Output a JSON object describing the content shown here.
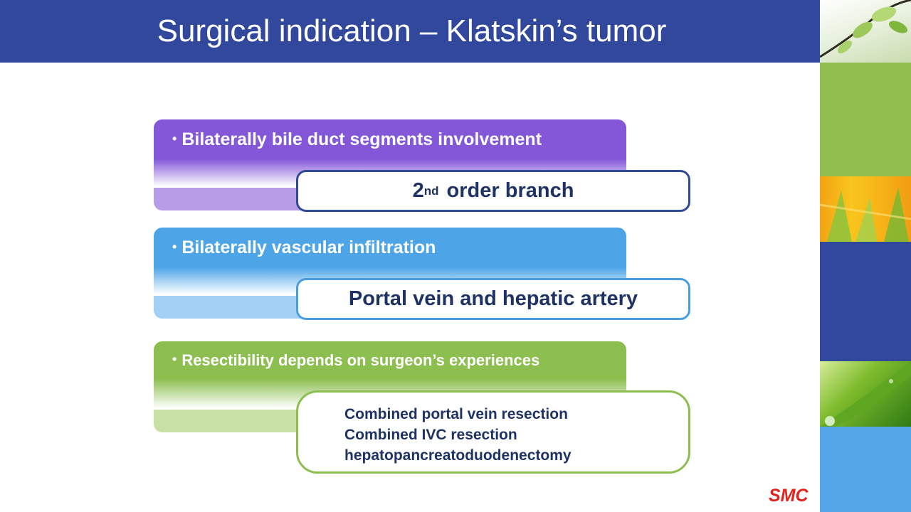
{
  "slide": {
    "title": "Surgical indication – Klatskin’s tumor",
    "footer_logo": "SMC"
  },
  "panels": [
    {
      "bullet": "•",
      "label": "Bilaterally bile duct segments involvement",
      "box": {
        "ordinal_num": "2",
        "ordinal_suffix": "nd",
        "text": " order branch"
      },
      "color": "#8457d9"
    },
    {
      "bullet": "•",
      "label": "Bilaterally vascular infiltration",
      "box": {
        "text": "Portal vein and hepatic artery"
      },
      "color": "#4da5e8"
    },
    {
      "bullet": "•",
      "label": "Resectibility depends on surgeon’s experiences",
      "box": {
        "lines": [
          "Combined portal vein resection",
          "Combined IVC resection",
          "hepatopancreatoduodenectomy"
        ]
      },
      "color": "#8dbe50"
    }
  ],
  "colors": {
    "title_bar": "#31489c",
    "logo": "#e0231b",
    "box_text": "#1e3264"
  }
}
